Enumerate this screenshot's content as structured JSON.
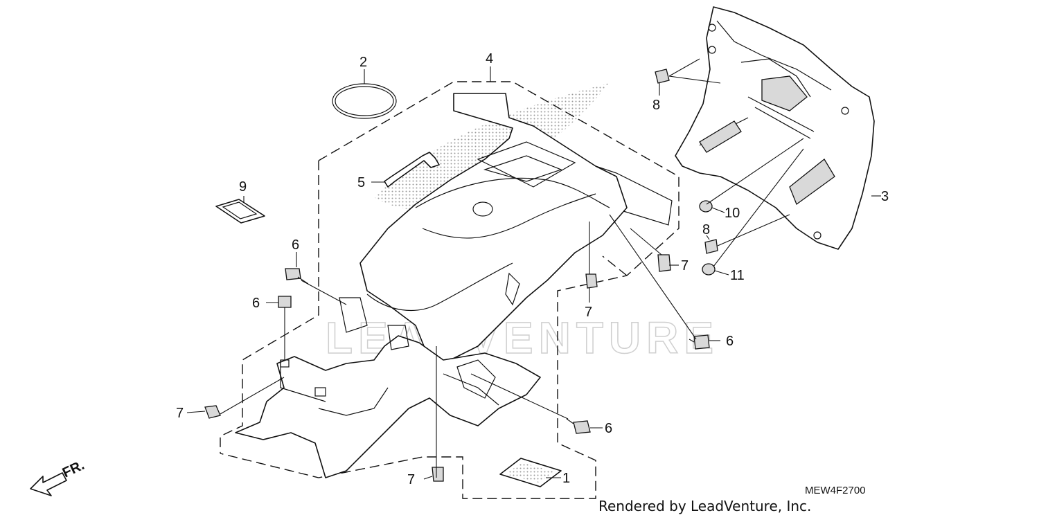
{
  "diagram": {
    "callouts": {
      "c1": "1",
      "c2": "2",
      "c3": "3",
      "c4": "4",
      "c5": "5",
      "c6a": "6",
      "c6b": "6",
      "c6c": "6",
      "c6d": "6",
      "c7a": "7",
      "c7b": "7",
      "c7c": "7",
      "c7d": "7",
      "c8a": "8",
      "c8b": "8",
      "c9": "9",
      "c10": "10",
      "c11": "11"
    },
    "front_marker": "FR.",
    "diagram_code": "MEW4F2700",
    "credit": "Rendered by LeadVenture, Inc.",
    "watermark": "LEADVENTURE"
  }
}
